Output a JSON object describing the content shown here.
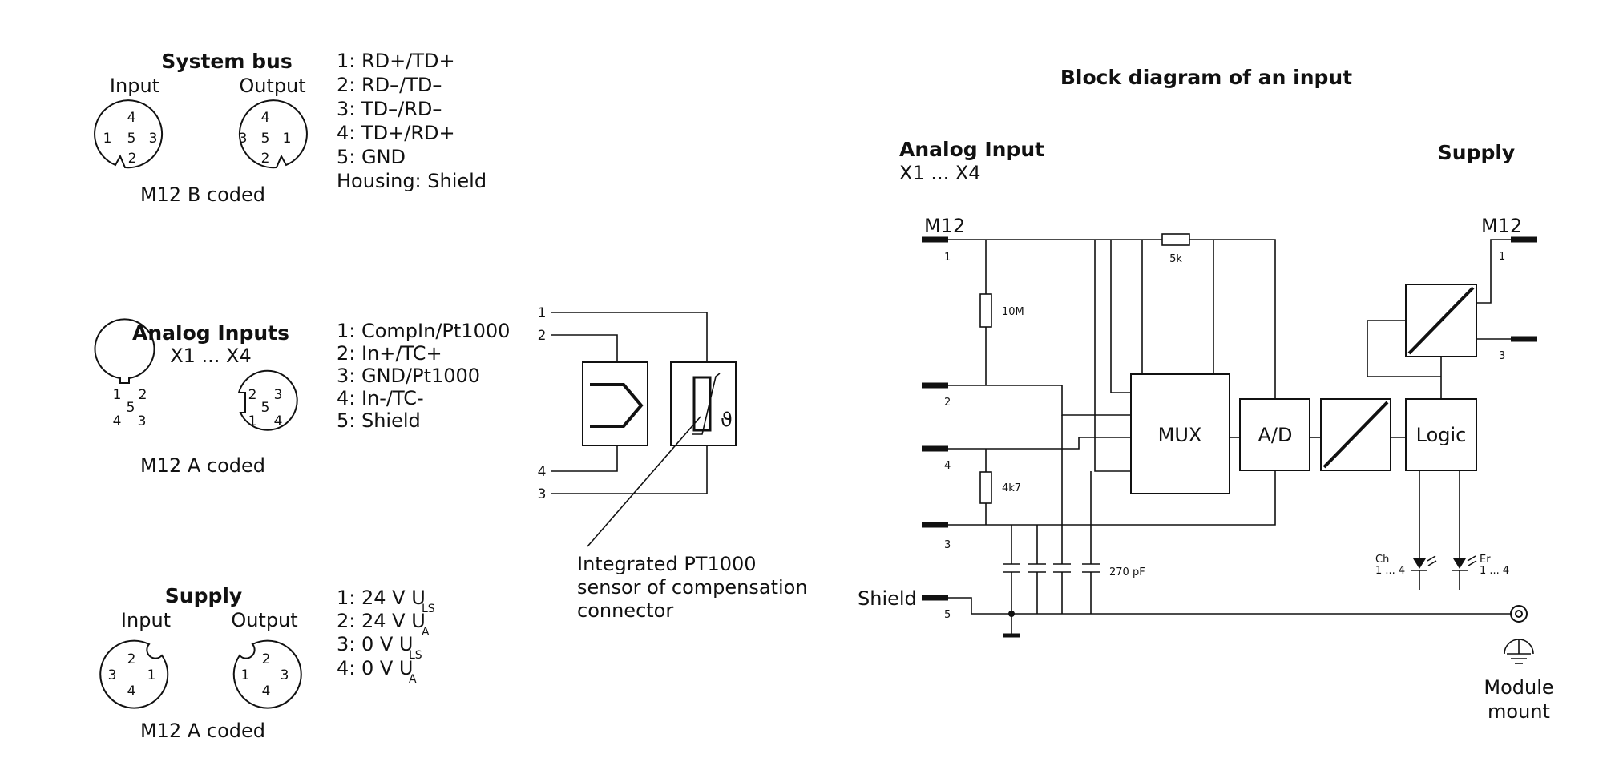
{
  "system_bus": {
    "title": "System bus",
    "input_label": "Input",
    "output_label": "Output",
    "coding": "M12 B coded",
    "input_pins": [
      "4",
      "1",
      "5",
      "3",
      "2"
    ],
    "output_pins": [
      "4",
      "3",
      "5",
      "1",
      "2"
    ],
    "pinout": [
      "1: RD+/TD+",
      "2: RD–/TD–",
      "3: TD–/RD–",
      "4: TD+/RD+",
      "5: GND",
      "Housing: Shield"
    ]
  },
  "analog_inputs": {
    "title": "Analog Inputs",
    "subtitle": "X1 ... X4",
    "coding": "M12 A coded",
    "left_pins": [
      "1",
      "2",
      "5",
      "4",
      "3"
    ],
    "right_pins": [
      "2",
      "3",
      "5",
      "1",
      "4"
    ],
    "pinout": [
      "1: CompIn/Pt1000",
      "2: In+/TC+",
      "3: GND/Pt1000",
      "4: In-/TC-",
      "5: Shield"
    ]
  },
  "supply_connector": {
    "title": "Supply",
    "input_label": "Input",
    "output_label": "Output",
    "coding": "M12 A coded",
    "input_pins": [
      "2",
      "3",
      "1",
      "4"
    ],
    "output_pins": [
      "2",
      "1",
      "3",
      "4"
    ],
    "pinout": [
      {
        "text": "1: 24 V U",
        "sub": "LS"
      },
      {
        "text": "2: 24 V U",
        "sub": "A"
      },
      {
        "text": "3: 0 V U",
        "sub": "LS"
      },
      {
        "text": "4: 0 V U",
        "sub": "A"
      }
    ]
  },
  "sensor_detail": {
    "pins": [
      "1",
      "2",
      "4",
      "3"
    ],
    "theta_symbol": "ϑ",
    "caption": [
      "Integrated PT1000",
      "sensor of compensation",
      "connector"
    ]
  },
  "block_diagram": {
    "title": "Block diagram of an input",
    "input_heading": "Analog Input",
    "input_sub": "X1 ... X4",
    "supply_heading": "Supply",
    "connector_left": "M12",
    "connector_right": "M12",
    "left_pins": [
      "1",
      "2",
      "4",
      "3",
      "5"
    ],
    "right_pins": [
      "1",
      "3"
    ],
    "shield_label": "Shield",
    "resistors": [
      "10M",
      "4k7",
      "5k"
    ],
    "capacitor": "270 pF",
    "blocks": [
      "MUX",
      "A/D",
      "Logic"
    ],
    "led_ch": [
      "Ch",
      "1 ... 4"
    ],
    "led_er": [
      "Er",
      "1 ... 4"
    ],
    "module_mount": [
      "Module",
      "mount"
    ]
  }
}
